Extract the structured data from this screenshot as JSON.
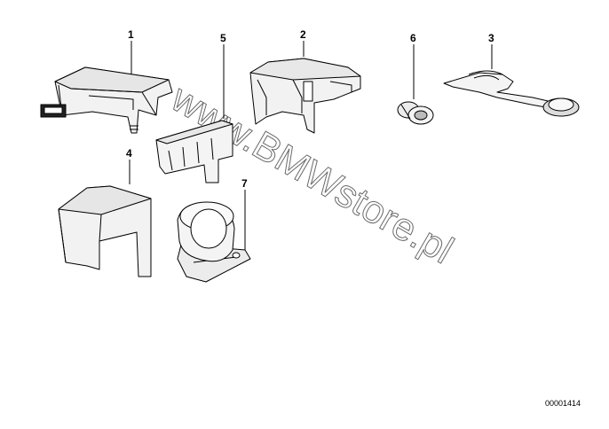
{
  "diagram": {
    "part_numbers": {
      "p1": "1",
      "p2": "2",
      "p3": "3",
      "p4": "4",
      "p5": "5",
      "p6": "6",
      "p7": "7"
    },
    "watermark": "www.BMWstore.pl",
    "diagram_code": "00001414"
  }
}
